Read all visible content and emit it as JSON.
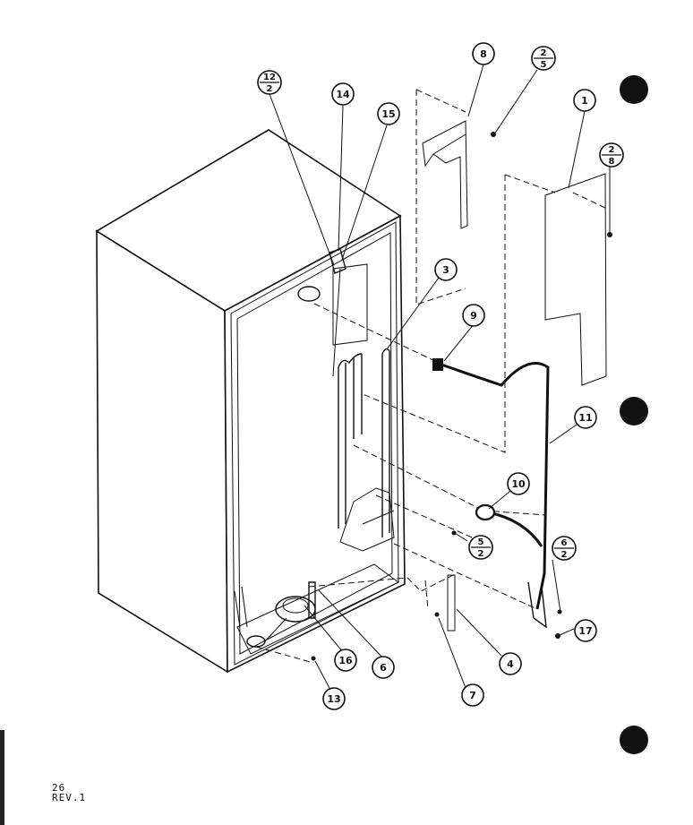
{
  "callouts": {
    "c1": "1",
    "c3": "3",
    "c4": "4",
    "c6": "6",
    "c7": "7",
    "c8": "8",
    "c9": "9",
    "c10": "10",
    "c11": "11",
    "c13": "13",
    "c14": "14",
    "c15": "15",
    "c16": "16",
    "c17": "17"
  },
  "fraction_callouts": {
    "f12_2": {
      "top": "12",
      "bottom": "2"
    },
    "f2_5": {
      "top": "2",
      "bottom": "5"
    },
    "f2_8": {
      "top": "2",
      "bottom": "8"
    },
    "f5_2": {
      "top": "5",
      "bottom": "2"
    },
    "f6_2": {
      "top": "6",
      "bottom": "2"
    }
  },
  "footer": {
    "page": "26",
    "revision": "REV.1"
  }
}
